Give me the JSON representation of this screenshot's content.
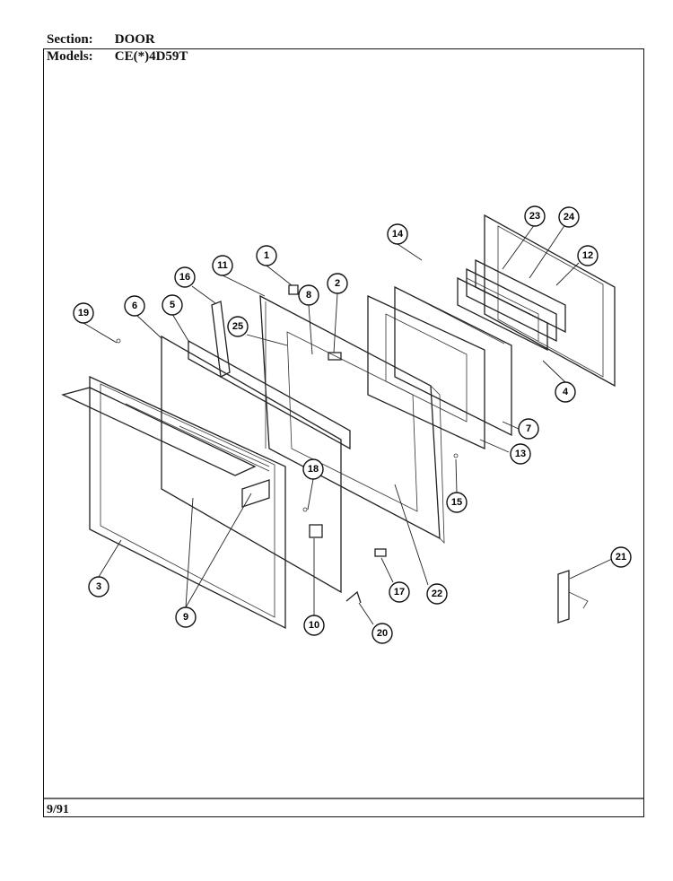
{
  "header": {
    "section_label": "Section:",
    "section_value": "DOOR",
    "models_label": "Models:",
    "models_value": "CE(*)4D59T"
  },
  "footer": {
    "date": "9/91"
  },
  "callouts": [
    "1",
    "2",
    "3",
    "4",
    "5",
    "6",
    "7",
    "8",
    "9",
    "10",
    "11",
    "12",
    "13",
    "14",
    "15",
    "16",
    "17",
    "18",
    "19",
    "20",
    "21",
    "22",
    "23",
    "24",
    "25"
  ]
}
